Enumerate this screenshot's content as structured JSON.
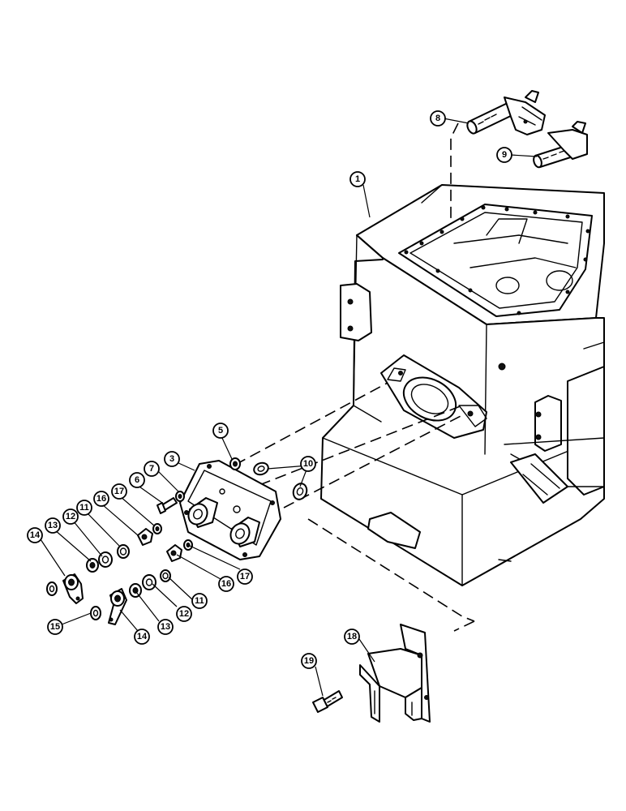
{
  "diagram": {
    "type": "exploded-parts-view",
    "callouts": [
      {
        "id": "c1",
        "label": "1"
      },
      {
        "id": "c3",
        "label": "3"
      },
      {
        "id": "c5",
        "label": "5"
      },
      {
        "id": "c6",
        "label": "6"
      },
      {
        "id": "c7",
        "label": "7"
      },
      {
        "id": "c8",
        "label": "8"
      },
      {
        "id": "c9",
        "label": "9"
      },
      {
        "id": "c10",
        "label": "10"
      },
      {
        "id": "c11a",
        "label": "11"
      },
      {
        "id": "c11b",
        "label": "11"
      },
      {
        "id": "c12a",
        "label": "12"
      },
      {
        "id": "c12b",
        "label": "12"
      },
      {
        "id": "c13a",
        "label": "13"
      },
      {
        "id": "c13b",
        "label": "13"
      },
      {
        "id": "c14a",
        "label": "14"
      },
      {
        "id": "c14b",
        "label": "14"
      },
      {
        "id": "c15",
        "label": "15"
      },
      {
        "id": "c16a",
        "label": "16"
      },
      {
        "id": "c16b",
        "label": "16"
      },
      {
        "id": "c17a",
        "label": "17"
      },
      {
        "id": "c17b",
        "label": "17"
      },
      {
        "id": "c18",
        "label": "18"
      },
      {
        "id": "c19",
        "label": "19"
      }
    ]
  }
}
